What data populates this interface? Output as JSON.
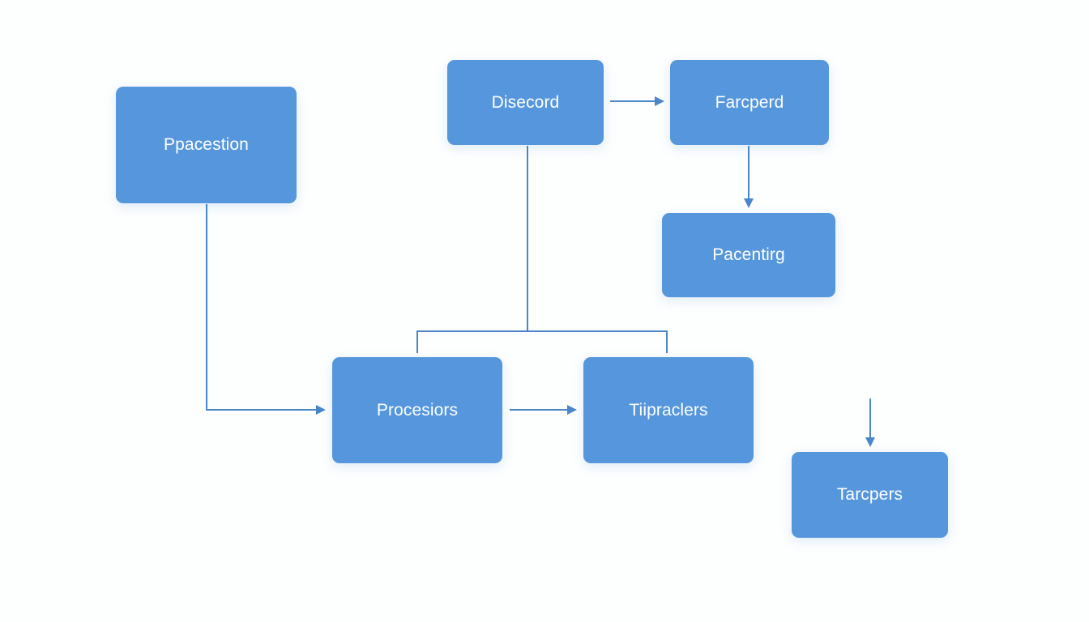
{
  "diagram": {
    "colors": {
      "node_fill": "#5596dc",
      "node_text": "#ffffff",
      "connector": "#4a86c8",
      "background": "#fdfefe"
    },
    "nodes": {
      "ppacestion": "Ppacestion",
      "disecord": "Disecord",
      "farcperd": "Farcperd",
      "pacentirg": "Pacentirg",
      "procesiors": "Procesiors",
      "tiipraclers": "Tiipraclers",
      "tarcpers": "Tarcpers"
    },
    "edges": [
      {
        "from": "Disecord",
        "to": "Farcperd"
      },
      {
        "from": "Farcperd",
        "to": "Pacentirg"
      },
      {
        "from": "Ppacestion",
        "to": "Procesiors"
      },
      {
        "from": "Procesiors",
        "to": "Tiipraclers"
      },
      {
        "from": "Disecord",
        "to": "Procesiors"
      },
      {
        "from": "Disecord",
        "to": "Tiipraclers"
      },
      {
        "from": "",
        "to": "Tarcpers"
      }
    ]
  }
}
